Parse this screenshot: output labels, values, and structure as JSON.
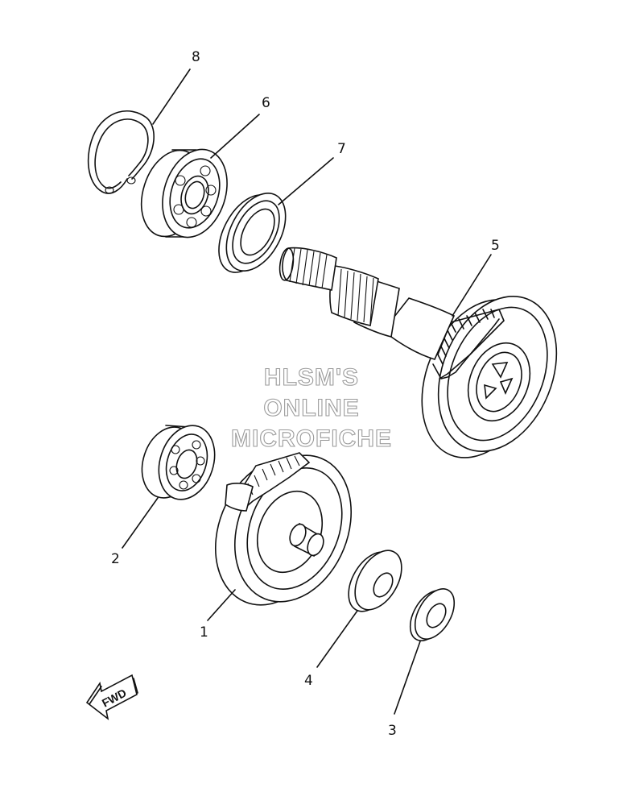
{
  "callouts": {
    "part_1": "1",
    "part_2": "2",
    "part_3": "3",
    "part_4": "4",
    "part_5": "5",
    "part_6": "6",
    "part_7": "7",
    "part_8": "8"
  },
  "watermark": {
    "line1": "HLSM'S",
    "line2": "ONLINE",
    "line3": "MICROFICHE"
  },
  "fwd_label": "FWD"
}
